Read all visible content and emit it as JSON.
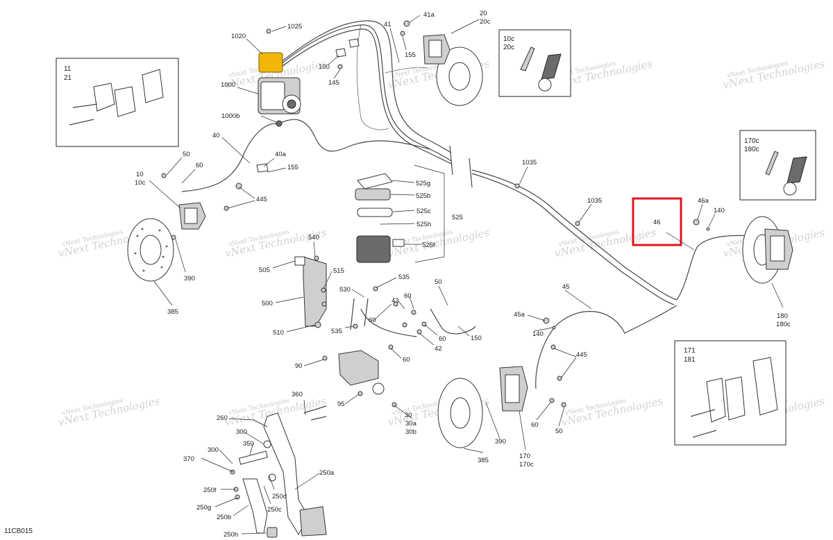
{
  "diagram_code": "11CB015",
  "watermark": "vNext Technologies",
  "highlight": {
    "label": "46",
    "color": "#e0161d"
  },
  "inset_boxes": [
    {
      "labels": [
        "11",
        "21"
      ]
    },
    {
      "labels": [
        "10c",
        "20c"
      ]
    },
    {
      "labels": [
        "170c",
        "180c"
      ]
    },
    {
      "labels": [
        "171",
        "181"
      ]
    }
  ],
  "labels": {
    "l1025": "1025",
    "l1020": "1020",
    "l1000": "1000",
    "l1000b": "1000b",
    "l41": "41",
    "l41a": "41a",
    "l20": "20",
    "l20c": "20c",
    "l155a": "155",
    "l100": "100",
    "l145": "145",
    "l40": "40",
    "l40a": "40a",
    "l155b": "155",
    "l50a": "50",
    "l60a": "60",
    "l10": "10",
    "l10c": "10c",
    "l445a": "445",
    "l390a": "390",
    "l385a": "385",
    "l1035a": "1035",
    "l1035b": "1035",
    "l46a": "46a",
    "l140a": "140",
    "l525g": "525g",
    "l525b": "525b",
    "l525c": "525c",
    "l525h": "525h",
    "l525": "525",
    "l525f": "525f",
    "l540": "540",
    "l505": "505",
    "l515": "515",
    "l535a": "535",
    "l500": "500",
    "l530": "530",
    "l510": "510",
    "l535b": "535",
    "l60b": "60",
    "l43": "43",
    "l60c": "60",
    "l60d": "60",
    "l50b": "50",
    "l42": "42",
    "l150": "150",
    "l60e": "60",
    "l90": "90",
    "l95": "95",
    "l360": "360",
    "l260": "260",
    "l30": "30",
    "l30a": "30a",
    "l30b": "30b",
    "l300a": "300",
    "l350": "350",
    "l370": "370",
    "l300b": "300",
    "l250a": "250a",
    "l250f": "250f",
    "l250d": "250d",
    "l250g": "250g",
    "l250c": "250c",
    "l250b": "250b",
    "l250h": "250h",
    "l45": "45",
    "l45a": "45a",
    "l140b": "140",
    "l445b": "445",
    "l385b": "385",
    "l390b": "390",
    "l170": "170",
    "l170c": "170c",
    "l60f": "60",
    "l50c": "50",
    "l180": "180",
    "l180c": "180c"
  }
}
